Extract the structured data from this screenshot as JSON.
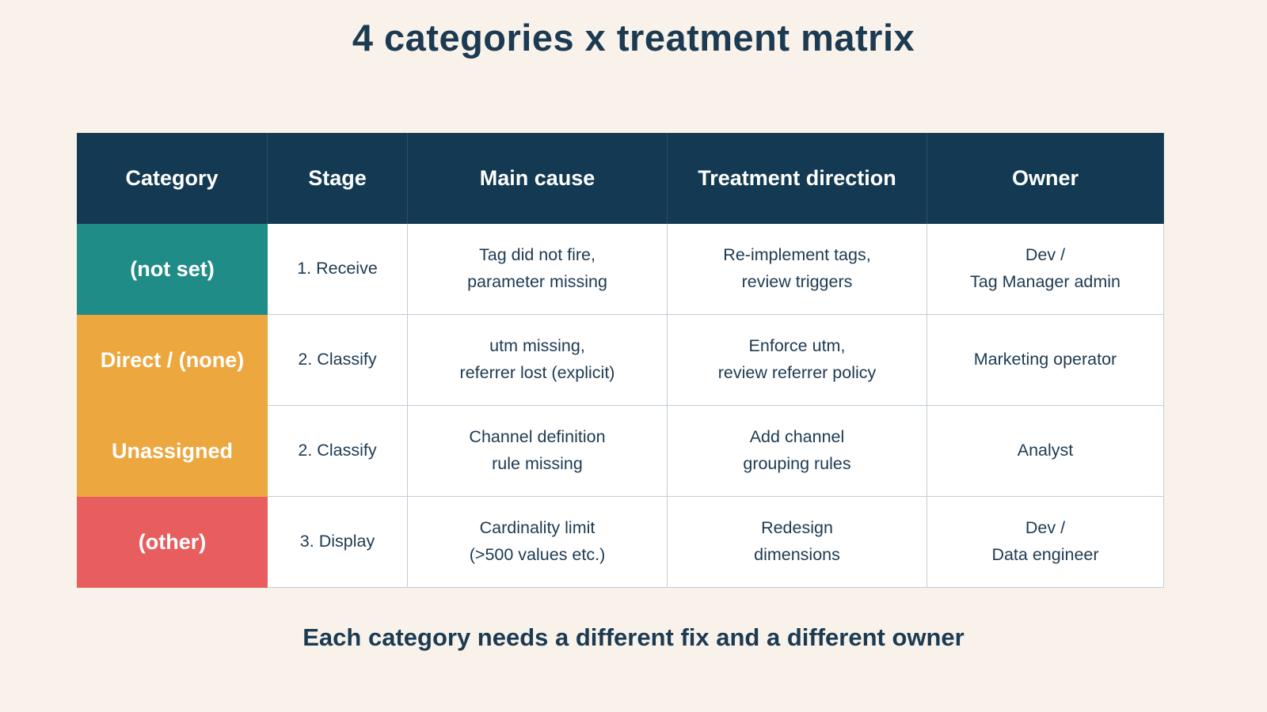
{
  "page": {
    "title": "4 categories x treatment matrix",
    "footer": "Each category needs a different fix and a different owner",
    "colors": {
      "background": "#f8f2ea",
      "header_bg": "#133a52",
      "text_navy": "#1d3a52",
      "teal": "#1f8c88",
      "orange": "#eca73f",
      "red": "#e85d5e",
      "border_gray": "#c3ccd6"
    }
  },
  "table": {
    "headers": [
      "Category",
      "Stage",
      "Main cause",
      "Treatment direction",
      "Owner"
    ],
    "rows": [
      {
        "category": "(not set)",
        "color": "#1f8c88",
        "stage": "1. Receive",
        "main_cause": "Tag did not fire,\nparameter missing",
        "treatment": "Re-implement tags,\nreview triggers",
        "owner": "Dev /\nTag Manager admin"
      },
      {
        "category": "Direct / (none)",
        "color": "#eca73f",
        "stage": "2. Classify",
        "main_cause": "utm missing,\nreferrer lost (explicit)",
        "treatment": "Enforce utm,\nreview referrer policy",
        "owner": "Marketing operator"
      },
      {
        "category": "Unassigned",
        "color": "#eca73f",
        "stage": "2. Classify",
        "main_cause": "Channel definition\nrule missing",
        "treatment": "Add channel\ngrouping rules",
        "owner": "Analyst"
      },
      {
        "category": "(other)",
        "color": "#e85d5e",
        "stage": "3. Display",
        "main_cause": "Cardinality limit\n(>500 values etc.)",
        "treatment": "Redesign\ndimensions",
        "owner": "Dev /\nData engineer"
      }
    ]
  }
}
